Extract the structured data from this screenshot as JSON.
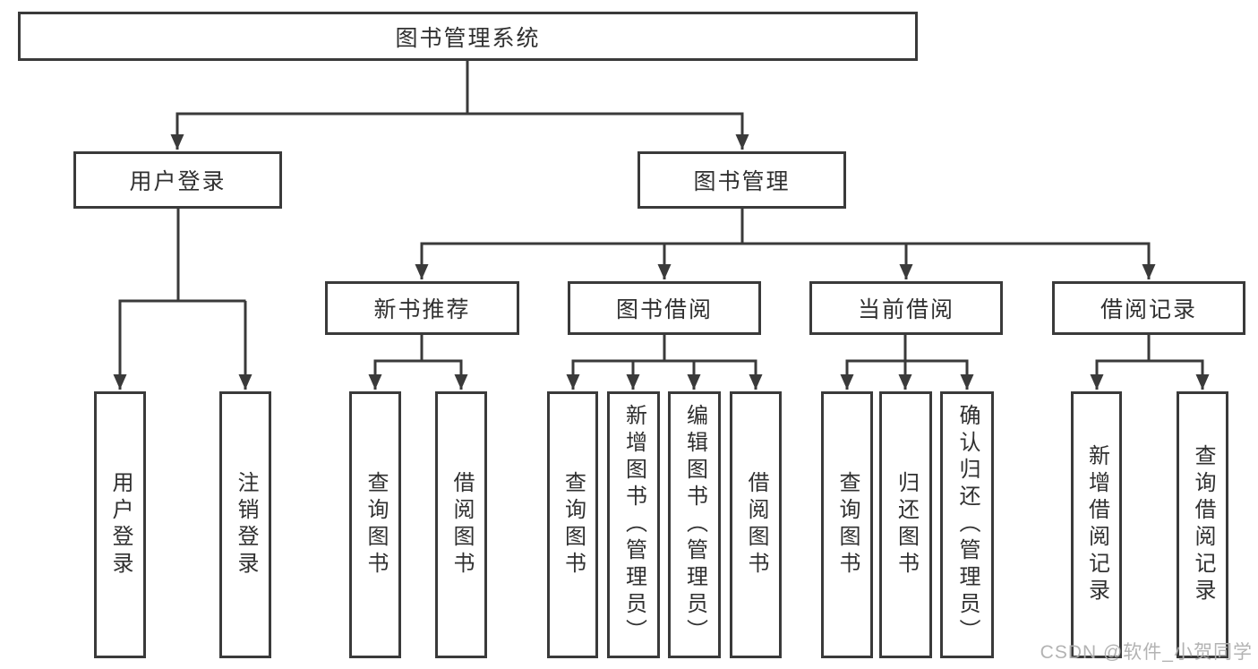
{
  "watermark": "CSDN @软件_小贺同学",
  "colors": {
    "line": "#3a3a3a",
    "text": "#303030",
    "watermark_text": "#afafaf",
    "background": "#ffffff"
  },
  "nodes": {
    "root": {
      "label": "图书管理系统"
    },
    "user_login": {
      "label": "用户登录"
    },
    "book_management": {
      "label": "图书管理"
    },
    "new_book_recommend": {
      "label": "新书推荐"
    },
    "book_borrow": {
      "label": "图书借阅"
    },
    "current_borrow": {
      "label": "当前借阅"
    },
    "borrow_record": {
      "label": "借阅记录"
    },
    "leaf_user_login": {
      "label": "用户登录"
    },
    "leaf_logout": {
      "label": "注销登录"
    },
    "leaf_recommend_query": {
      "label": "查询图书"
    },
    "leaf_recommend_borrow": {
      "label": "借阅图书"
    },
    "leaf_borrow_query": {
      "label": "查询图书"
    },
    "leaf_borrow_add": {
      "label": "新增图书（管理员）"
    },
    "leaf_borrow_edit": {
      "label": "编辑图书（管理员）"
    },
    "leaf_borrow_borrow": {
      "label": "借阅图书"
    },
    "leaf_current_query": {
      "label": "查询图书"
    },
    "leaf_current_return": {
      "label": "归还图书"
    },
    "leaf_current_confirm": {
      "label": "确认归还（管理员）"
    },
    "leaf_record_add": {
      "label": "新增借阅记录"
    },
    "leaf_record_query": {
      "label": "查询借阅记录"
    }
  }
}
